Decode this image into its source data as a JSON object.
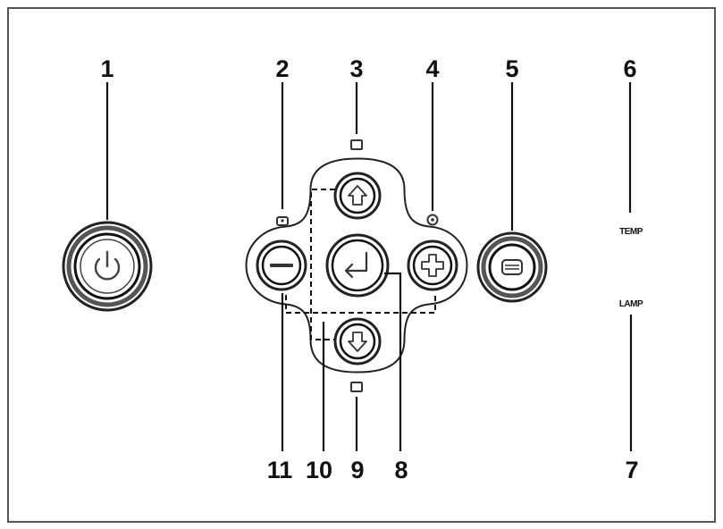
{
  "callouts": {
    "c1": "1",
    "c2": "2",
    "c3": "3",
    "c4": "4",
    "c5": "5",
    "c6": "6",
    "c7": "7",
    "c8": "8",
    "c9": "9",
    "c10": "10",
    "c11": "11"
  },
  "indicators": {
    "temp": "TEMP",
    "lamp": "LAMP"
  },
  "icons": {
    "power": "power-icon",
    "minus": "minus-icon",
    "plus": "plus-icon",
    "up": "arrow-up-icon",
    "down": "arrow-down-icon",
    "enter": "enter-icon",
    "menu": "menu-icon"
  },
  "colors": {
    "line": "#111111",
    "ring": "#2a2a2a",
    "frame": "#555555"
  }
}
